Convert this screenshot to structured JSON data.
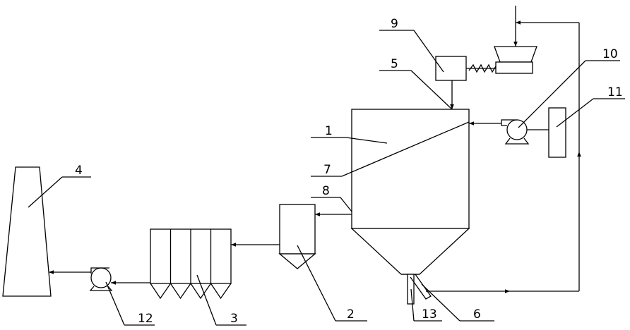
{
  "diagram": {
    "labels": {
      "1": "1",
      "2": "2",
      "3": "3",
      "4": "4",
      "5": "5",
      "6": "6",
      "7": "7",
      "8": "8",
      "9": "9",
      "10": "10",
      "11": "11",
      "12": "12",
      "13": "13"
    }
  }
}
